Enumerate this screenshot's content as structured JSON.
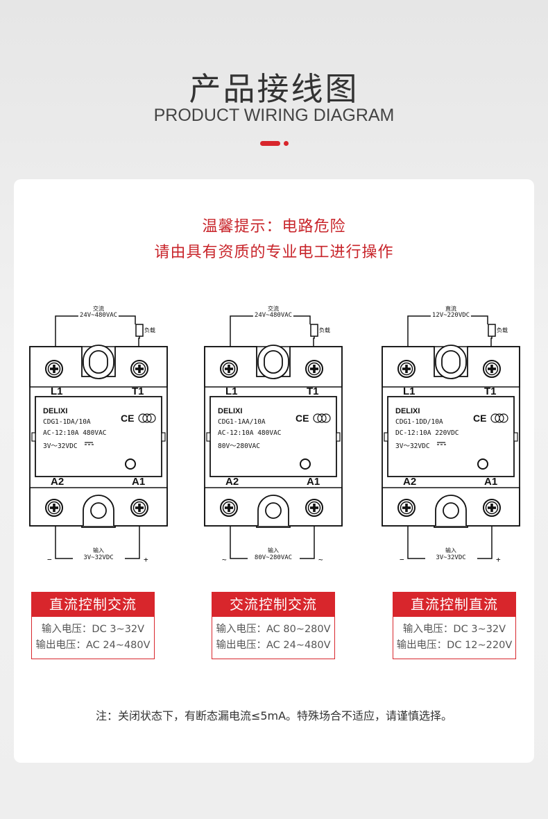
{
  "header": {
    "title": "产品接线图",
    "subtitle": "PRODUCT WIRING DIAGRAM"
  },
  "warning": {
    "line1": "温馨提示：电路危险",
    "line2": "请由具有资质的专业电工进行操作"
  },
  "colors": {
    "accent": "#d8262c"
  },
  "diagrams": [
    {
      "top_type": "交流",
      "top_voltage": "24V~480VAC",
      "load": "负载",
      "t_l1": "L1",
      "t_t1": "T1",
      "t_a2": "A2",
      "t_a1": "A1",
      "brand": "DELIXI",
      "model": "CDG1-1DA/10A",
      "rating": "AC-12:10A  480VAC",
      "control": "3V～32VDC",
      "dc_symbol": true,
      "ce": "CE",
      "input_label": "输入",
      "input_voltage": "3V~32VDC",
      "neg": "−",
      "pos": "+"
    },
    {
      "top_type": "交流",
      "top_voltage": "24V~480VAC",
      "load": "负载",
      "t_l1": "L1",
      "t_t1": "T1",
      "t_a2": "A2",
      "t_a1": "A1",
      "brand": "DELIXI",
      "model": "CDG1-1AA/10A",
      "rating": "AC-12:10A  480VAC",
      "control": "80V～280VAC",
      "dc_symbol": false,
      "ce": "CE",
      "input_label": "输入",
      "input_voltage": "80V~280VAC",
      "neg": "~",
      "pos": "~"
    },
    {
      "top_type": "直流",
      "top_voltage": "12V~220VDC",
      "load": "负载",
      "t_l1": "L1",
      "t_t1": "T1",
      "t_a2": "A2",
      "t_a1": "A1",
      "brand": "DELIXI",
      "model": "CDG1-1DD/10A",
      "rating": "DC-12:10A  220VDC",
      "control": "3V～32VDC",
      "dc_symbol": true,
      "ce": "CE",
      "input_label": "输入",
      "input_voltage": "3V~32VDC",
      "neg": "−",
      "pos": "+"
    }
  ],
  "tags": [
    {
      "title": "直流控制交流",
      "input": "输入电压：DC 3~32V",
      "output": "输出电压：AC 24~480V"
    },
    {
      "title": "交流控制交流",
      "input": "输入电压：AC 80~280V",
      "output": "输出电压：AC 24~480V"
    },
    {
      "title": "直流控制直流",
      "input": "输入电压：DC 3~32V",
      "output": "输出电压：DC 12~220V"
    }
  ],
  "note": "注：关闭状态下，有断态漏电流≤5mA。特殊场合不适应，请谨慎选择。"
}
